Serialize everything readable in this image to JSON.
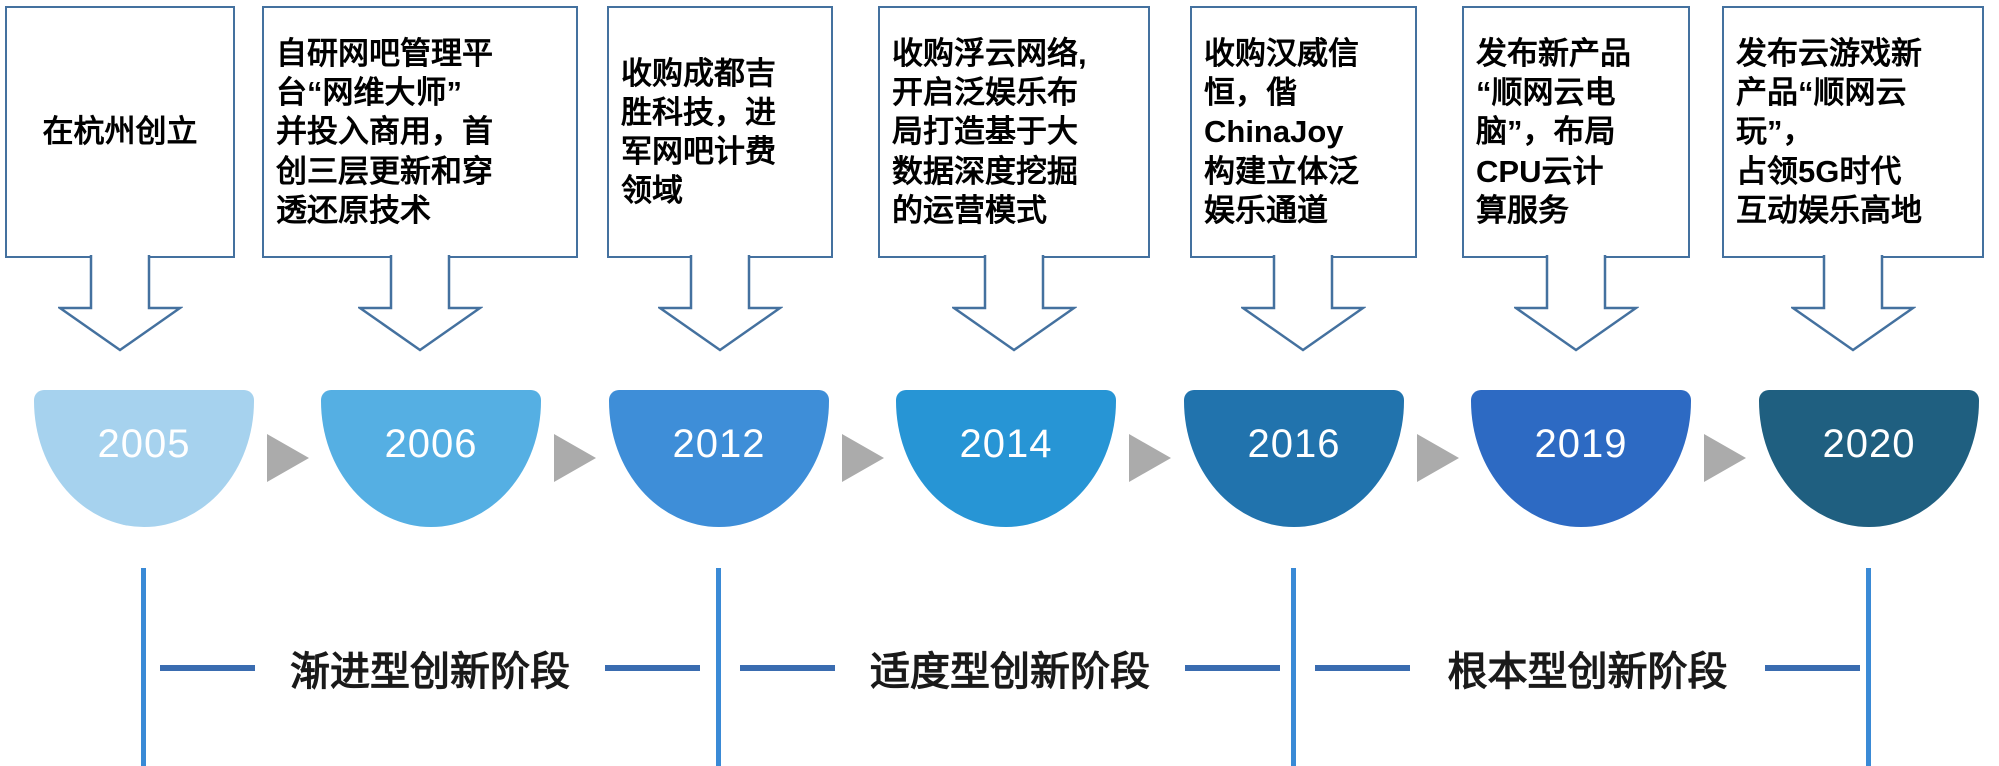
{
  "timeline": {
    "events": [
      {
        "year": "2005",
        "description": "在杭州创立",
        "color": "#A6D2EE"
      },
      {
        "year": "2006",
        "description": "自研网吧管理平\n台“网维大师”\n并投入商用，首\n创三层更新和穿\n透还原技术",
        "color": "#55AFE3"
      },
      {
        "year": "2012",
        "description": "收购成都吉\n胜科技，进\n军网吧计费\n领域",
        "color": "#3E8ED8"
      },
      {
        "year": "2014",
        "description": "收购浮云网络,\n开启泛娱乐布\n局打造基于大\n数据深度挖掘\n的运营模式",
        "color": "#2795D5"
      },
      {
        "year": "2016",
        "description": "收购汉威信\n恒，偕\nChinaJoy\n构建立体泛\n娱乐通道",
        "color": "#2173AD"
      },
      {
        "year": "2019",
        "description": "发布新产品\n“顺网云电\n脑”，布局\nCPU云计\n算服务",
        "color": "#2D6AC3"
      },
      {
        "year": "2020",
        "description": "发布云游戏新\n产品“顺网云\n玩”，\n占领5G时代\n互动娱乐高地",
        "color": "#1F5F80"
      }
    ],
    "phases": [
      {
        "label": "渐进型创新阶段"
      },
      {
        "label": "适度型创新阶段"
      },
      {
        "label": "根本型创新阶段"
      }
    ],
    "colors": {
      "box_border": "#44719F",
      "callout_arrow_outline": "#44719F",
      "connector_triangle": "#ABABAB",
      "phase_vertical_line": "#3A8AD6",
      "phase_dash": "#3A6CB0",
      "year_text": "#FFFFFF",
      "box_text": "#000000",
      "phase_text": "#1A1A1A"
    }
  }
}
